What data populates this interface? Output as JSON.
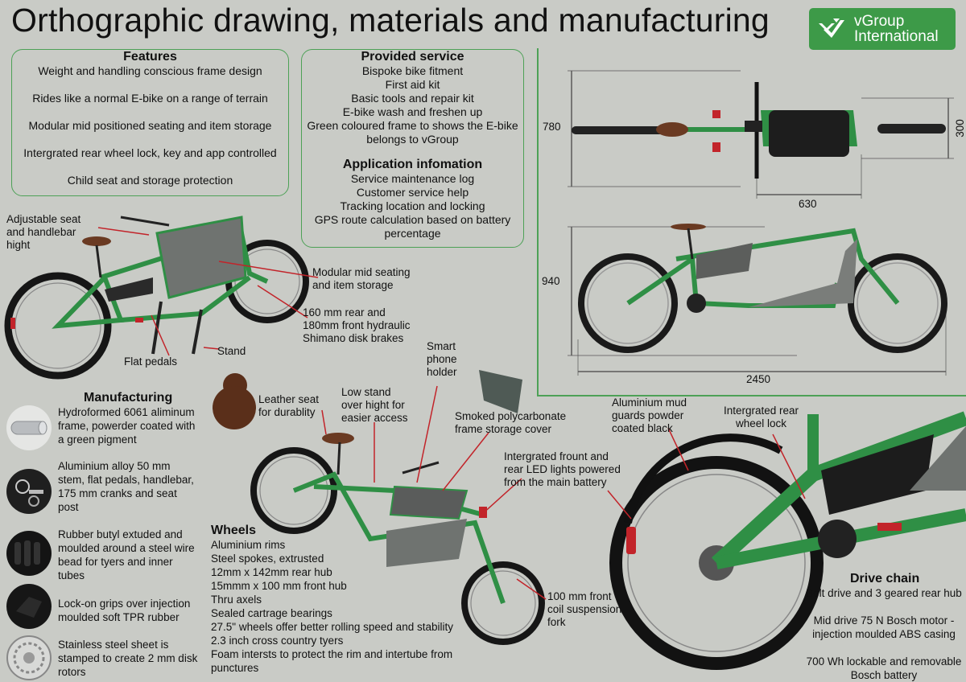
{
  "title": "Orthographic drawing, materials and manufacturing",
  "logo": {
    "line1": "vGroup",
    "line2": "International",
    "icon": "vgroup-logo-icon",
    "color": "#3d9a48"
  },
  "features": {
    "heading": "Features",
    "items": [
      "Weight and handling  conscious frame design",
      "Rides like a normal E-bike on a range of terrain",
      "Modular mid positioned seating and item storage",
      "Intergrated rear wheel lock, key and app controlled",
      "Child seat and storage protection"
    ]
  },
  "service": {
    "heading": "Provided service",
    "items": [
      "Bispoke bike fitment",
      "First aid kit",
      "Basic tools and repair kit",
      "E-bike wash and freshen up",
      "Green coloured frame to shows the E-bike",
      "belongs to vGroup"
    ],
    "app_heading": "Application infomation",
    "app_items": [
      "Service maintenance log",
      "Customer service  help",
      "Tracking location and locking",
      "GPS route calculation based on battery",
      "percentage"
    ]
  },
  "dimensions": {
    "top_width": "780",
    "top_right": "300",
    "top_bottom": "630",
    "side_height": "940",
    "side_length": "2450"
  },
  "callouts": {
    "seat": [
      "Adjustable seat",
      "and handlebar",
      "hight"
    ],
    "modular": [
      "Modular mid seating",
      "and item storage"
    ],
    "brakes": [
      "160 mm rear and",
      "180mm front hydraulic",
      "Shimano disk brakes"
    ],
    "stand": "Stand",
    "pedals": "Flat pedals",
    "leather": [
      "Leather seat",
      "for durablity"
    ],
    "low_stand": [
      "Low stand",
      "over hight for",
      "easier access"
    ],
    "phone": [
      "Smart",
      "phone",
      "holder"
    ],
    "cover": [
      "Smoked polycarbonate",
      "frame storage cover"
    ],
    "mudguards": [
      "Aluminium mud",
      "guards powder",
      "coated black"
    ],
    "rear_lock": [
      "Intergrated rear",
      "wheel lock"
    ],
    "lights": [
      "Intergrated frount and",
      "rear LED lights powered",
      "from the main battery"
    ],
    "fork": [
      "100 mm front",
      "coil suspension",
      "fork"
    ]
  },
  "manufacturing": {
    "heading": "Manufacturing",
    "items": [
      {
        "icon": "aluminium-tube-icon",
        "lines": [
          "Hydroformed 6061 aliminum",
          "frame, powerder coated with",
          "a green pigment"
        ]
      },
      {
        "icon": "bike-parts-icon",
        "lines": [
          "Aluminium alloy 50 mm",
          "stem, flat pedals, handlebar,",
          "175 mm cranks and seat",
          "post"
        ]
      },
      {
        "icon": "tyre-icon",
        "lines": [
          "Rubber butyl extuded and",
          "moulded around a steel wire",
          "bead for tyers and inner",
          "tubes"
        ]
      },
      {
        "icon": "grip-icon",
        "lines": [
          "Lock-on grips over injection",
          "moulded soft TPR rubber"
        ]
      },
      {
        "icon": "disc-rotor-icon",
        "lines": [
          "Stainless steel sheet is",
          "stamped to create 2 mm disk",
          "rotors"
        ]
      }
    ]
  },
  "wheels": {
    "heading": "Wheels",
    "items": [
      "Aluminium rims",
      "Steel spokes, extrusted",
      "12mm x 142mm rear hub",
      "15mmm x 100 mm front hub",
      "Thru axels",
      "Sealed cartrage bearings",
      "27.5\" wheels offer better rolling speed and stability",
      "2.3 inch cross country tyers",
      "Foam intersts to protect the rim and intertube from",
      "punctures"
    ]
  },
  "drive": {
    "heading": "Drive chain",
    "items": [
      "Belt drive and 3 geared rear hub",
      "Mid drive 75 N Bosch motor -",
      "injection moulded ABS casing",
      "700 Wh lockable and removable",
      "Bosch battery"
    ]
  },
  "colors": {
    "frame": "#2f8f45",
    "accent": "#3d9a48",
    "arrow": "#c2242a",
    "leather": "#6a3a22",
    "storage": "#6f7370"
  }
}
